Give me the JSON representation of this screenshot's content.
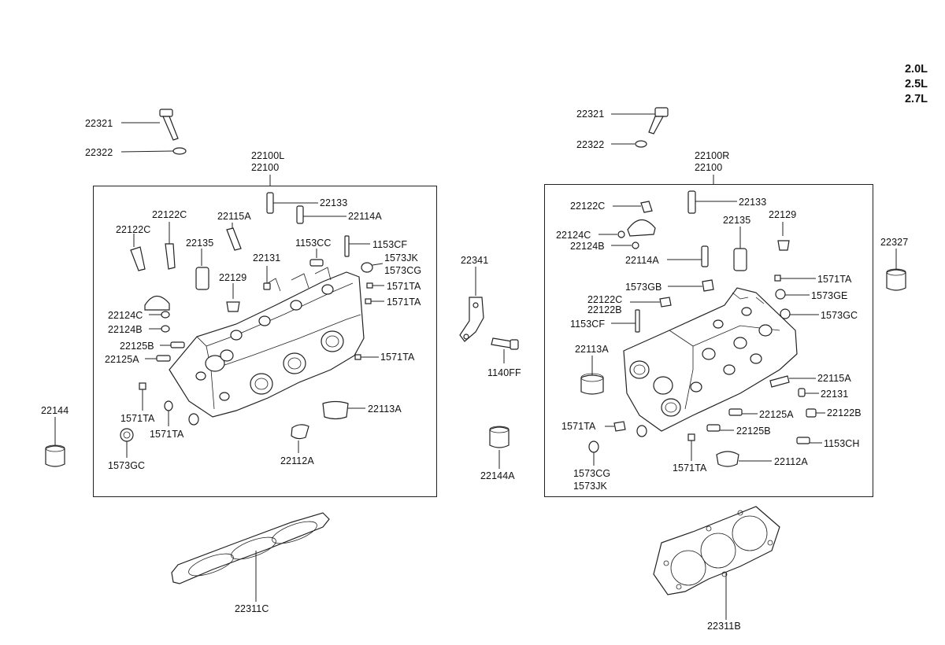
{
  "engines": [
    "2.0L",
    "2.5L",
    "2.7L"
  ],
  "left": {
    "head_numbers": [
      "22100L",
      "22100"
    ],
    "bolt": "22321",
    "washer": "22322",
    "parts": {
      "p22133": "22133",
      "p22114A": "22114A",
      "p22122C_top": "22122C",
      "p22115A": "22115A",
      "p22122C": "22122C",
      "p22135": "22135",
      "p1153CC": "1153CC",
      "p1153CF": "1153CF",
      "p22131": "22131",
      "p1573JK": "1573JK",
      "p1573CG": "1573CG",
      "p22129": "22129",
      "p1571TA_a": "1571TA",
      "p1571TA_b": "1571TA",
      "p22124C": "22124C",
      "p22124B": "22124B",
      "p22125B": "22125B",
      "p22125A": "22125A",
      "p1571TA_c": "1571TA",
      "p22113A": "22113A",
      "p1571TA_d": "1571TA",
      "p1571TA_e": "1571TA",
      "p1573GC": "1573GC",
      "p22112A": "22112A"
    },
    "seal_outside": "22144",
    "gasket": "22311C"
  },
  "center": {
    "bracket": "22341",
    "bolt": "1140FF",
    "seal": "22144A"
  },
  "right": {
    "head_numbers": [
      "22100R",
      "22100"
    ],
    "bolt": "22321",
    "washer": "22322",
    "parts": {
      "p22122C_top": "22122C",
      "p22133": "22133",
      "p22135": "22135",
      "p22129": "22129",
      "p22124C": "22124C",
      "p22124B": "22124B",
      "p22114A": "22114A",
      "p1573GB": "1573GB",
      "p1571TA_a": "1571TA",
      "p1573GE": "1573GE",
      "p22122C": "22122C",
      "p22122B_top": "22122B",
      "p1153CF": "1153CF",
      "p1573GC": "1573GC",
      "p22113A": "22113A",
      "p22115A": "22115A",
      "p22131": "22131",
      "p22125A": "22125A",
      "p22122B": "22122B",
      "p1571TA_b": "1571TA",
      "p22125B": "22125B",
      "p1153CH": "1153CH",
      "p1573CG": "1573CG",
      "p1573JK": "1573JK",
      "p1571TA_c": "1571TA",
      "p22112A": "22112A"
    },
    "seal_outside": "22327",
    "gasket": "22311B"
  }
}
